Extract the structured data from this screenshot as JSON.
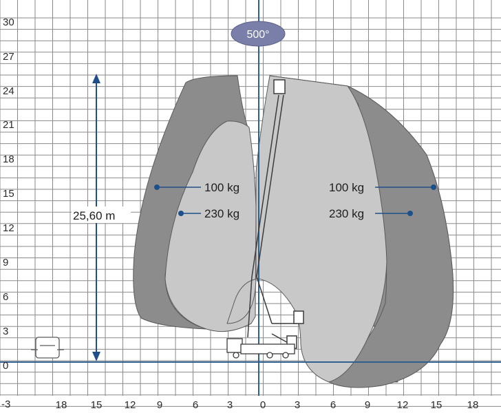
{
  "badge": {
    "text": "500°"
  },
  "height_marker": {
    "text": "25,60 m"
  },
  "load_labels": {
    "left_outer": "100 kg",
    "left_inner": "230 kg",
    "right_outer": "100 kg",
    "right_inner": "230 kg"
  },
  "y_ticks": [
    "30",
    "27",
    "24",
    "21",
    "18",
    "15",
    "12",
    "9",
    "6",
    "3",
    "0",
    "-3"
  ],
  "x_ticks": [
    "18",
    "15",
    "12",
    "9",
    "6",
    "3",
    "0",
    "3",
    "6",
    "9",
    "12",
    "15",
    "18"
  ],
  "colors": {
    "grid": "#8a8a8a",
    "axis": "#2f5f8f",
    "outer_envelope": "#8c8c8c",
    "inner_envelope": "#c8c8c8",
    "marker": "#1f4f8a",
    "badge_fill": "#7a7faa"
  }
}
